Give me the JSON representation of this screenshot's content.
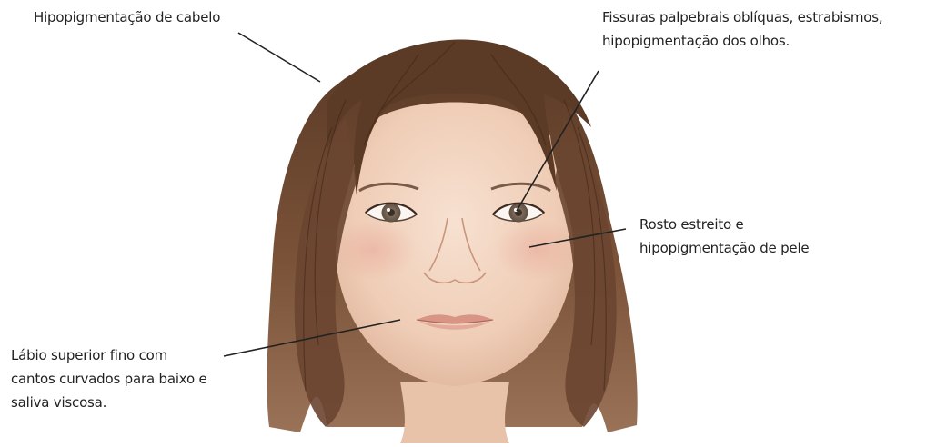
{
  "annotations": {
    "hair": {
      "lines": [
        "Hipopigmentação de cabelo"
      ]
    },
    "eyes": {
      "lines": [
        "Fissuras palpebrais oblíquas, estrabismos,",
        "hipopigmentação dos olhos."
      ]
    },
    "face": {
      "lines": [
        "Rosto estreito e",
        "hipopigmentação de pele"
      ]
    },
    "lip": {
      "lines": [
        "Lábio superior fino com",
        "cantos curvados para baixo e",
        "saliva viscosa."
      ]
    }
  },
  "colors": {
    "hair": "#6b4630",
    "hair_dark": "#3e2616",
    "skin": "#f1d3bf",
    "cheek": "#e9b3a4",
    "lip": "#d89485",
    "iris": "#6f6154",
    "leader_line": "#222222"
  }
}
